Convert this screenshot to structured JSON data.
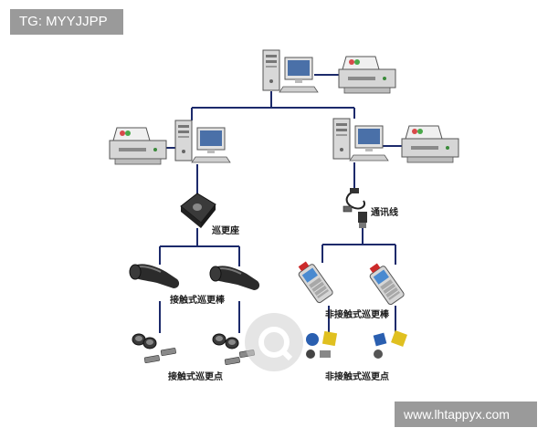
{
  "watermark_top": "TG: MYYJJPP",
  "watermark_bottom": "www.lhtappyx.com",
  "labels": {
    "base": "巡更座",
    "cable": "通讯线",
    "contact_wand": "接触式巡更棒",
    "contactless_wand": "非接触式巡更棒",
    "contact_points": "接触式巡更点",
    "contactless_points": "非接触式巡更点"
  },
  "icons": {
    "computer": "desktop-computer-icon",
    "printer": "printer-icon",
    "base": "patrol-base-icon",
    "cable": "usb-cable-icon",
    "contact_wand": "patrol-wand-icon",
    "contactless_wand": "handheld-reader-icon",
    "contact_point": "button-tag-icon",
    "contactless_point": "rfid-tag-icon"
  },
  "colors": {
    "line": "#1c2a6b",
    "watermark_bg": "#9a9a9a"
  }
}
